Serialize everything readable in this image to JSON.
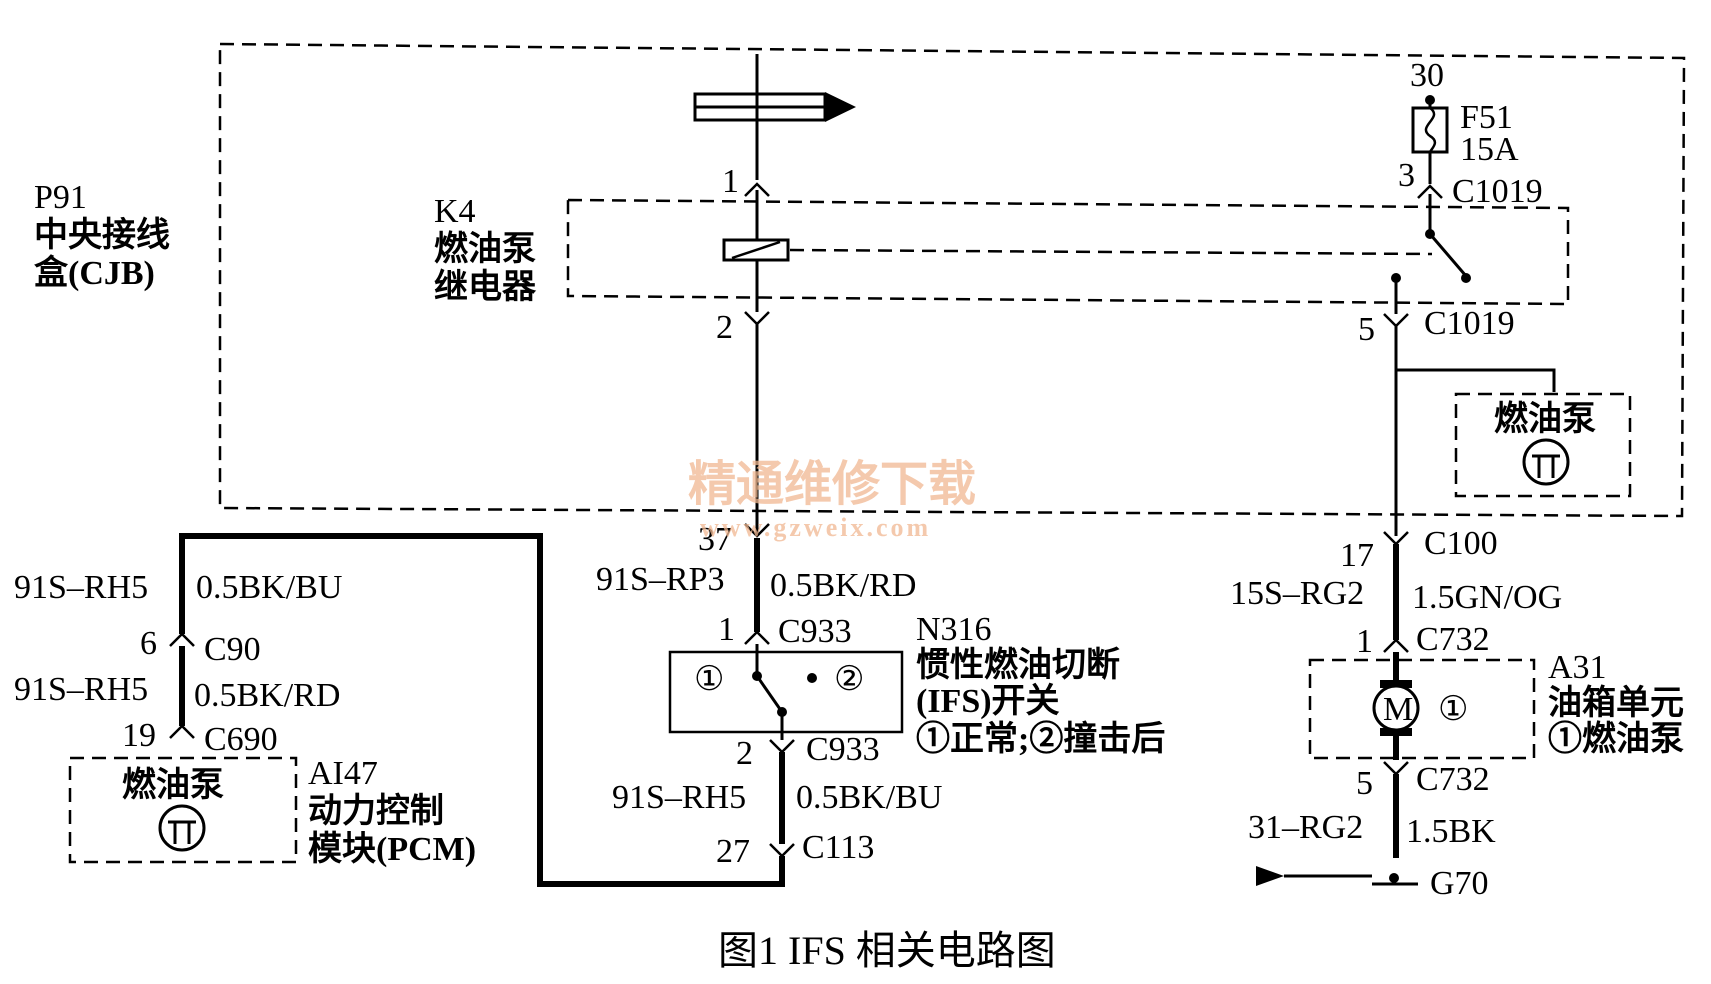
{
  "caption": "图1  IFS 相关电路图",
  "watermark": {
    "text": "精通维修下载",
    "url": "www.gzweix.com"
  },
  "cjb": {
    "code": "P91",
    "name_line1": "中央接线",
    "name_line2": "盒(CJB)"
  },
  "relay": {
    "code": "K4",
    "name_line1": "燃油泵",
    "name_line2": "继电器"
  },
  "fuse": {
    "supply": "30",
    "code": "F51",
    "rating": "15A"
  },
  "pins": {
    "k4_in": "1",
    "k4_out": "2",
    "c1019_in": "3",
    "c1019_in_name": "C1019",
    "c1019_out": "5",
    "c1019_out_name": "C1019",
    "c100_pin": "17",
    "c100_name": "C100",
    "c37_pin": "37",
    "c933_in": "1",
    "c933_in_name": "C933",
    "c933_out": "2",
    "c933_out_name": "C933",
    "c113_pin": "27",
    "c113_name": "C113",
    "c90_pin": "6",
    "c90_name": "C90",
    "c690_pin": "19",
    "c690_name": "C690",
    "c732_in": "1",
    "c732_in_name": "C732",
    "c732_out": "5",
    "c732_out_name": "C732"
  },
  "wires": {
    "w_rp3_code": "91S–RP3",
    "w_rp3_spec": "0.5BK/RD",
    "w_rh5_mid_code": "91S–RH5",
    "w_rh5_mid_spec": "0.5BK/BU",
    "w_rh5_left1_code": "91S–RH5",
    "w_rh5_left1_spec": "0.5BK/BU",
    "w_rh5_left2_code": "91S–RH5",
    "w_rh5_left2_spec": "0.5BK/RD",
    "w_rg2_code": "15S–RG2",
    "w_rg2_spec": "1.5GN/OG",
    "w_gnd_code": "31–RG2",
    "w_gnd_spec": "1.5BK"
  },
  "fuel_pump_label": "燃油泵",
  "pcm": {
    "code": "AI47",
    "name_line1": "动力控制",
    "name_line2": "模块(PCM)",
    "inner_label": "燃油泵"
  },
  "ifs": {
    "code": "N316",
    "name_line1": "惯性燃油切断",
    "name_line2": "(IFS)开关",
    "legend": "①正常;②撞击后",
    "pos1": "①",
    "pos2": "②"
  },
  "tank": {
    "code": "A31",
    "name_line1": "油箱单元",
    "name_line2": "①燃油泵",
    "motor": "M",
    "marker": "①"
  },
  "ground": {
    "code": "G70"
  }
}
